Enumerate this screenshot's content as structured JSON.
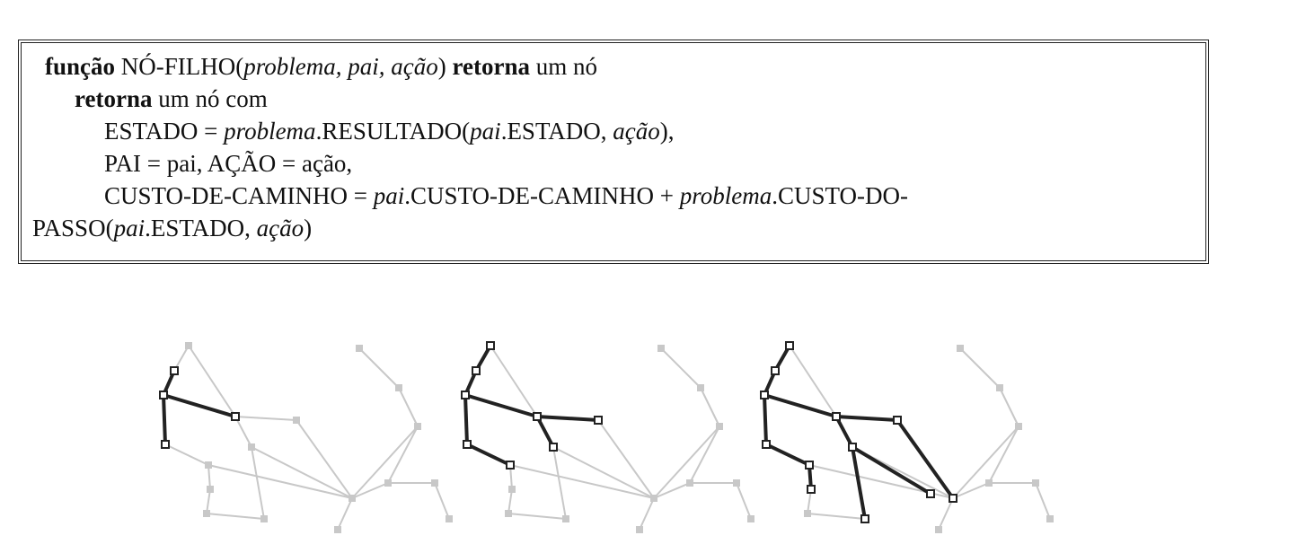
{
  "pseudocode": {
    "l1": {
      "kw_funcao": "função",
      "name": " NÓ-FILHO(",
      "params": "problema, pai, ação",
      "close": ") ",
      "kw_retorna": "retorna",
      "rest": " um nó"
    },
    "l2": {
      "kw_retorna": "retorna",
      "rest": " um nó com"
    },
    "l3": {
      "a": "ESTADO = ",
      "b": "problema",
      "c": ".RESULTADO(",
      "d": "pai",
      "e": ".ESTADO, ",
      "f": "ação",
      "g": "),"
    },
    "l4": {
      "text": "PAI = pai, AÇÃO = ação,"
    },
    "l5": {
      "a": "CUSTO-DE-CAMINHO = ",
      "b": "pai",
      "c": ".CUSTO-DE-CAMINHO + ",
      "d": "problema",
      "e": ".CUSTO-DO-"
    },
    "l6": {
      "a": "PASSO(",
      "b": "pai",
      "c": ".ESTADO, ",
      "d": "ação",
      "e": ")"
    }
  },
  "figure": {
    "panels": [
      {
        "highlighted_edges": 3
      },
      {
        "highlighted_edges": 7
      },
      {
        "highlighted_edges": 11
      }
    ],
    "colors": {
      "background_graph": "#c8c8c8",
      "explored": "#222222"
    }
  }
}
